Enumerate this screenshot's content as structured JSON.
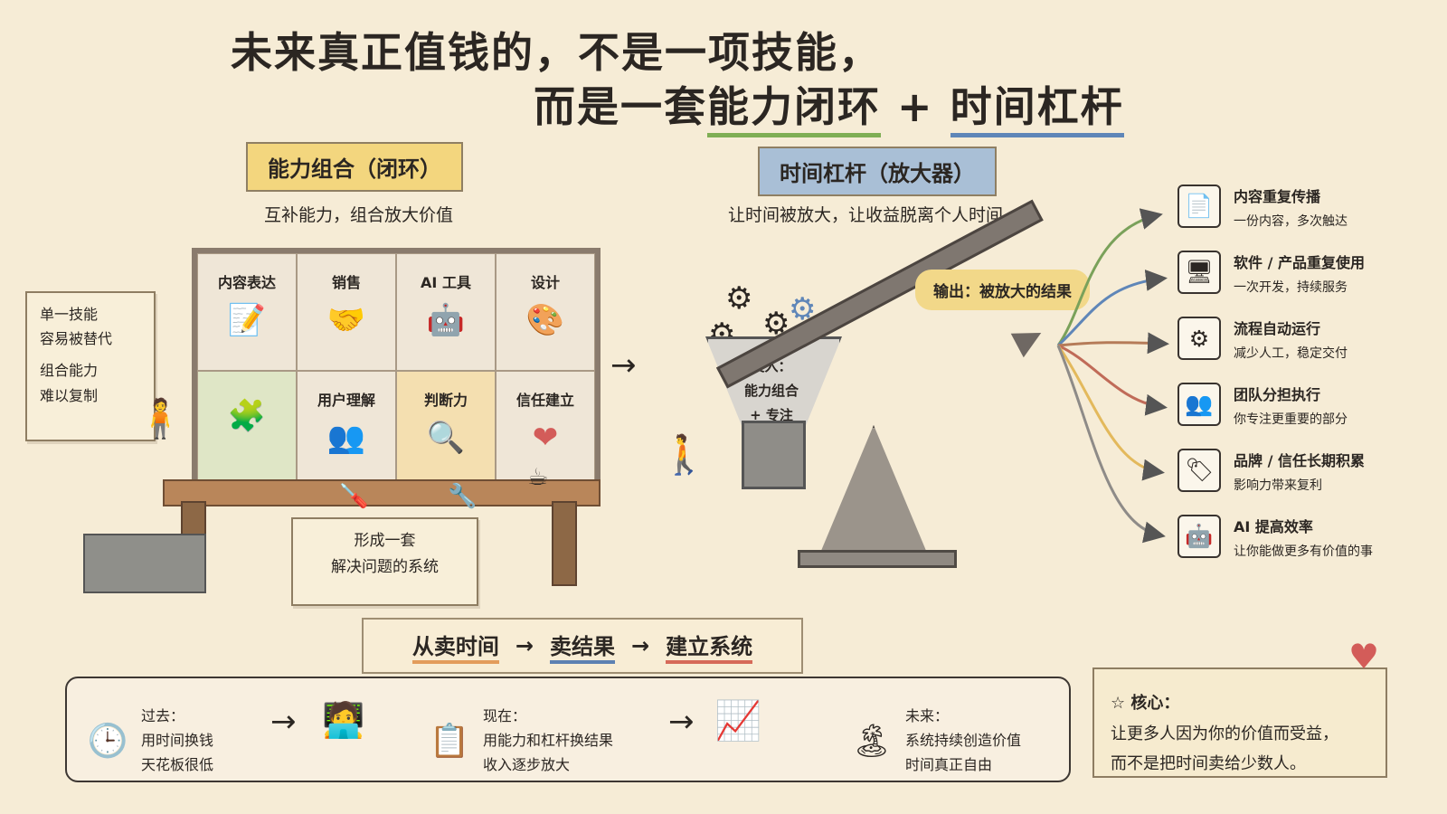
{
  "title": {
    "line1": "未来真正值钱的，不是一项技能，",
    "line2_prefix": "而是一套",
    "line2_highlight1": "能力闭环",
    "line2_plus": " + ",
    "line2_highlight2": "时间杠杆"
  },
  "left_section": {
    "label": "能力组合（闭环）",
    "subtitle": "互补能力，组合放大价值",
    "note": [
      "单一技能",
      "容易被替代",
      "组合能力",
      "难以复制"
    ],
    "cells": [
      {
        "label": "内容表达",
        "icon": "document-pen-icon"
      },
      {
        "label": "销售",
        "icon": "handshake-icon"
      },
      {
        "label": "AI 工具",
        "icon": "robot-icon"
      },
      {
        "label": "设计",
        "icon": "palette-icon"
      },
      {
        "label": "",
        "icon": "puzzle-icon"
      },
      {
        "label": "用户理解",
        "icon": "users-icon"
      },
      {
        "label": "判断力",
        "icon": "magnifier-icon"
      },
      {
        "label": "信任建立",
        "icon": "heart-icon"
      }
    ],
    "system_note": [
      "形成一套",
      "解决问题的系统"
    ]
  },
  "middle_section": {
    "label": "时间杠杆（放大器）",
    "subtitle": "让时间被放大，让收益脱离个人时间",
    "input_text": [
      "投入：",
      "能力组合",
      "+ 专注"
    ],
    "output_note": "输出：被放大的结果"
  },
  "outputs": [
    {
      "title": "内容重复传播",
      "desc": "一份内容，多次触达",
      "icon": "document-icon"
    },
    {
      "title": "软件 / 产品重复使用",
      "desc": "一次开发，持续服务",
      "icon": "app-window-icon"
    },
    {
      "title": "流程自动运行",
      "desc": "减少人工，稳定交付",
      "icon": "gear-icon"
    },
    {
      "title": "团队分担执行",
      "desc": "你专注更重要的部分",
      "icon": "team-icon"
    },
    {
      "title": "品牌 / 信任长期积累",
      "desc": "影响力带来复利",
      "icon": "tag-icon"
    },
    {
      "title": "AI 提高效率",
      "desc": "让你能做更多有价值的事",
      "icon": "robot-icon"
    }
  ],
  "flow": {
    "step1": "从卖时间",
    "step2": "卖结果",
    "step3": "建立系统"
  },
  "timeline": [
    {
      "title": "过去：",
      "line1": "用时间换钱",
      "line2": "天花板很低",
      "icon": "clock-icon"
    },
    {
      "title": "现在：",
      "line1": "用能力和杠杆换结果",
      "line2": "收入逐步放大",
      "icon": "checklist-icon"
    },
    {
      "title": "未来：",
      "line1": "系统持续创造价值",
      "line2": "时间真正自由",
      "icon": "island-icon"
    }
  ],
  "core": {
    "title": "核心：",
    "line1": "让更多人因为你的价值而受益，",
    "line2": "而不是把时间卖给少数人。"
  },
  "colors": {
    "background": "#f6ecd6",
    "yellow": "#f3d67e",
    "blue": "#a9bfd6",
    "green": "#7fae54",
    "red": "#d35c59"
  }
}
